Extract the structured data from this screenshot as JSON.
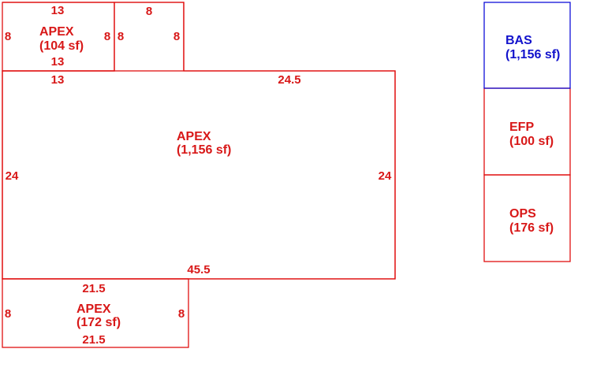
{
  "plan": {
    "areas": {
      "apex_main": {
        "name": "APEX",
        "area": "(1,156 sf)"
      },
      "apex_top": {
        "name": "APEX",
        "area": "(104 sf)"
      },
      "apex_bottom": {
        "name": "APEX",
        "area": "(172 sf)"
      }
    },
    "dims": {
      "top_box_top": "13",
      "top_box_bottom": "13",
      "top_box_left": "8",
      "top_box_right": "8",
      "notch_top": "8",
      "notch_left": "8",
      "notch_right": "8",
      "main_top_left": "13",
      "main_top_right": "24.5",
      "main_left": "24",
      "main_right": "24",
      "main_bottom": "45.5",
      "bottom_box_top": "21.5",
      "bottom_box_bottom": "21.5",
      "bottom_box_left": "8",
      "bottom_box_right": "8"
    }
  },
  "legend": {
    "items": [
      {
        "name": "BAS",
        "area": "(1,156 sf)",
        "color": "#1212cc"
      },
      {
        "name": "EFP",
        "area": "(100 sf)",
        "color": "#d81818"
      },
      {
        "name": "OPS",
        "area": "(176 sf)",
        "color": "#d81818"
      }
    ]
  }
}
